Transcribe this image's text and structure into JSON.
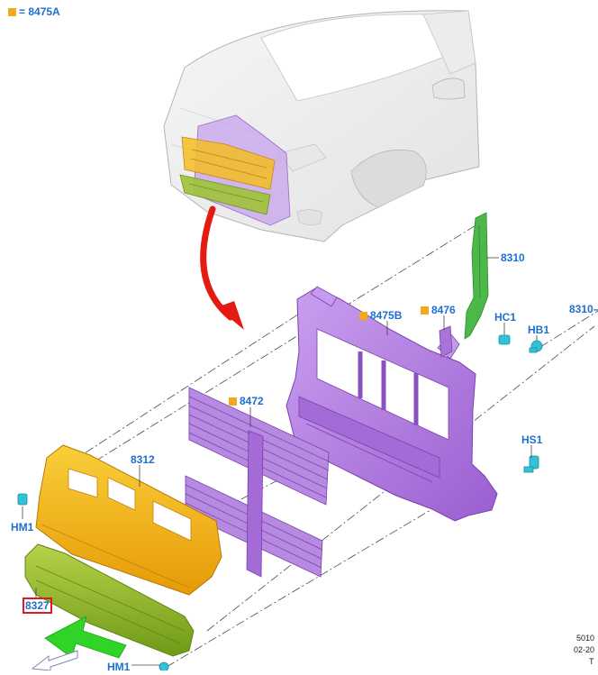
{
  "legend": {
    "text": "= 8475A",
    "marker_color": "#f4a81d"
  },
  "labels": {
    "p8310": "8310",
    "p8310b": "8310",
    "p8475b": "8475B",
    "p8476": "8476",
    "hc1": "HC1",
    "hb1": "HB1",
    "p8472": "8472",
    "hs1": "HS1",
    "p8312": "8312",
    "hm1_left": "HM1",
    "p8327": "8327",
    "hm1_bottom": "HM1"
  },
  "meta": {
    "line1": "5010",
    "line2": "02-20",
    "line3": "T"
  },
  "colors": {
    "callout": "#1e6fd0",
    "new_part_marker": "#f4a81d",
    "radiator_support": "#b77ee0",
    "shutters": "#a97ad8",
    "deflector": "#f5b90f",
    "lower_shield": "#96bb2c",
    "bracket": "#4cb849",
    "fasteners": "#33c1d6",
    "arrow_red": "#e41b13",
    "arrow_green": "#2fd427",
    "highlight_box": "#e0192a"
  },
  "icons": [
    "arrow-red-icon",
    "arrow-green-icon",
    "arrow-white-icon",
    "new-part-square-icon"
  ]
}
